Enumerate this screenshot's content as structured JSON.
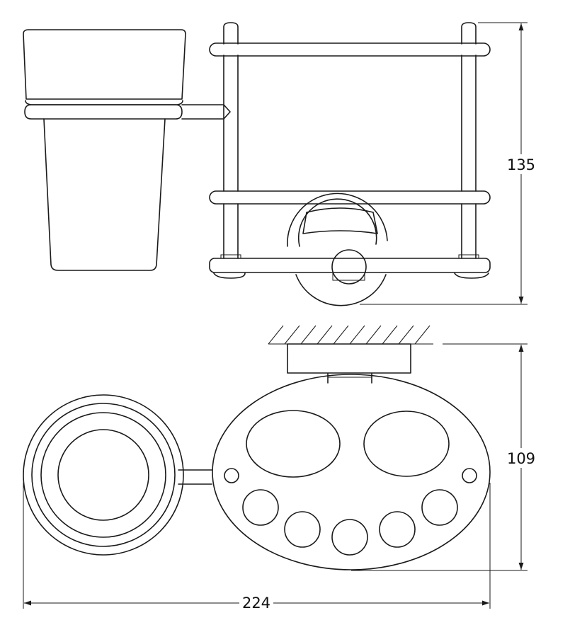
{
  "dimensions": {
    "height_front": "135",
    "depth_top": "109",
    "width_total": "224"
  },
  "colors": {
    "line": "#1a1a1a",
    "background": "#ffffff"
  }
}
